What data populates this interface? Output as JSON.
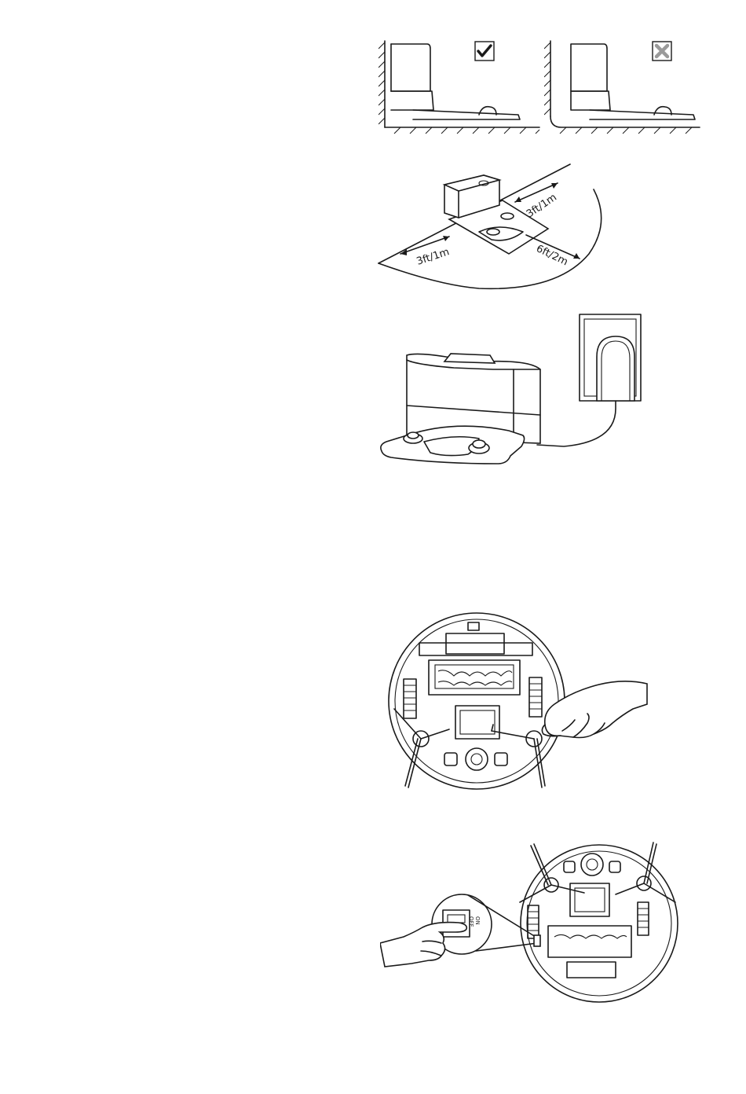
{
  "placement_labels": {
    "left_distance": "3ft/1m",
    "right_distance": "3ft/1m",
    "front_distance": "6ft/2m"
  },
  "switch_labels": {
    "on": "ON",
    "off": "OFF"
  },
  "icons": {
    "correct": "checkmark-icon",
    "incorrect": "cross-icon"
  }
}
